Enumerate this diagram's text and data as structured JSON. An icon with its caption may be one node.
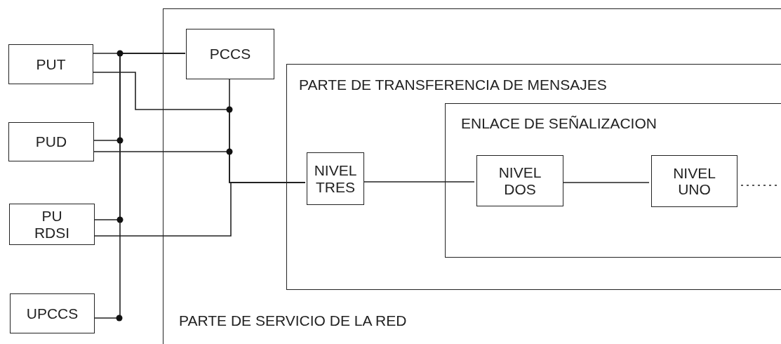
{
  "diagram": {
    "nodes": [
      {
        "text": [
          "PUT"
        ]
      },
      {
        "text": [
          "PUD"
        ]
      },
      {
        "text": [
          "PU RDSI"
        ]
      },
      {
        "text": [
          "UPCCS"
        ]
      },
      {
        "text": [
          "PARTE DE SERVICIO DE LA RED"
        ]
      },
      {
        "text": [
          "PCCS"
        ],
        "in": 4
      },
      {
        "text": [
          "PARTE DE TRANSFERENCIA DE MENSAJES"
        ],
        "in": 4
      },
      {
        "text": [
          "ENLACE DE SEÑALIZACION"
        ],
        "in": 6
      },
      {
        "text": [
          "NIVEL TRES"
        ],
        "in": 6
      },
      {
        "text": [
          "NIVEL DOS"
        ],
        "in": 7
      },
      {
        "text": [
          "NIVEL UNO"
        ],
        "in": 7
      }
    ],
    "edges": [
      {
        "from": 0,
        "to": 5,
        "arrow": "none"
      },
      {
        "from": 1,
        "to": 5,
        "arrow": "none"
      },
      {
        "from": 2,
        "to": 5,
        "arrow": "none"
      },
      {
        "from": 3,
        "to": 5,
        "arrow": "none"
      },
      {
        "from": 5,
        "to": 8,
        "arrow": "none"
      },
      {
        "from": 0,
        "to": 8,
        "arrow": "none"
      },
      {
        "from": 1,
        "to": 8,
        "arrow": "none"
      },
      {
        "from": 2,
        "to": 8,
        "arrow": "none"
      },
      {
        "from": 8,
        "to": 9,
        "arrow": "none"
      },
      {
        "from": 9,
        "to": 10,
        "arrow": "none"
      },
      {
        "from": 10,
        "to": null,
        "arrow": "none",
        "style": "dashed"
      }
    ]
  }
}
